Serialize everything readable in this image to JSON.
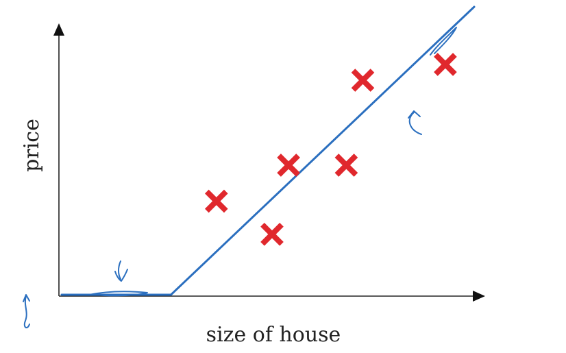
{
  "chart_data": {
    "type": "scatter",
    "title": "",
    "xlabel": "size of house",
    "ylabel": "price",
    "grid": false,
    "legend": "none",
    "x_ticks": "none",
    "y_ticks": "none",
    "xlim": [
      0,
      10
    ],
    "ylim": [
      0,
      10
    ],
    "points": [
      {
        "x": 3.75,
        "y": 3.25
      },
      {
        "x": 5.1,
        "y": 2.1
      },
      {
        "x": 5.5,
        "y": 4.5
      },
      {
        "x": 6.9,
        "y": 4.5
      },
      {
        "x": 7.3,
        "y": 7.45
      },
      {
        "x": 9.3,
        "y": 8.0
      }
    ],
    "fit_line": [
      {
        "x": 0,
        "y": 0
      },
      {
        "x": 2.65,
        "y": 0
      },
      {
        "x": 10,
        "y": 10
      }
    ],
    "colors": {
      "points": "#e0282d",
      "line": "#2b6fbf",
      "axes": "#222222",
      "annotations": "#2b6fbf"
    }
  }
}
